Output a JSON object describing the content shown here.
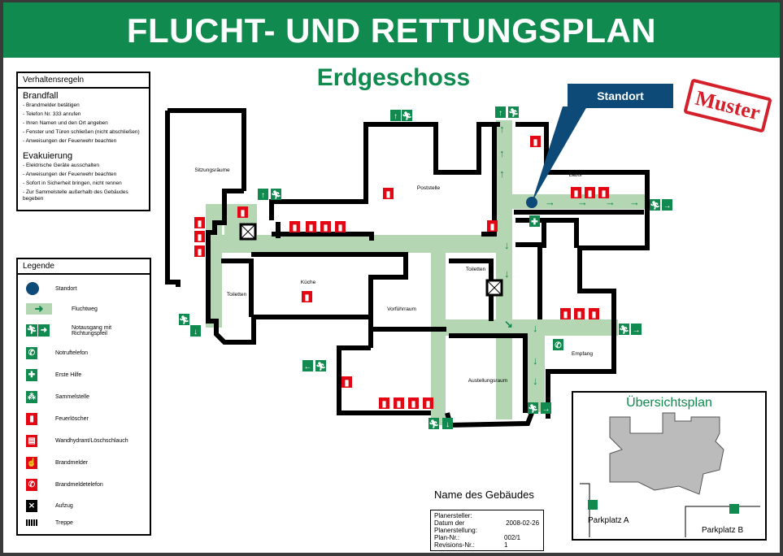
{
  "header": {
    "title": "FLUCHT- UND RETTUNGSPLAN",
    "floor": "Erdgeschoss"
  },
  "callout": {
    "label": "Standort"
  },
  "stamp": {
    "text": "Muster"
  },
  "rules": {
    "title": "Verhaltensregeln",
    "sections": [
      {
        "title": "Brandfall",
        "items": [
          "- Brandmelder betätigen",
          "- Telefon Nr. 333 anrufen",
          "- Ihren Namen und den Ort angeben",
          "- Fenster und Türen schließen (nicht abschließen)",
          "- Anweisungen der Feuerwehr beachten"
        ]
      },
      {
        "title": "Evakuierung",
        "items": [
          "- Elektrische Geräte ausschalten",
          "- Anweisungen der Feuerwehr beachten",
          "- Sofort in Sicherheit bringen, nicht rennen",
          "- Zur Sammelstelle außerhalb des Gebäudes begeben"
        ]
      }
    ]
  },
  "legend": {
    "title": "Legende",
    "items": [
      "Standort",
      "Fluchtweg",
      "Notausgang mit Richtungspfeil",
      "Notruftelefon",
      "Erste Hilfe",
      "Sammelstelle",
      "Feuerlöscher",
      "Wandhydrant/Löschschlauch",
      "Brandmelder",
      "Brandmeldetelefon",
      "Aufzug",
      "Treppe"
    ]
  },
  "rooms": {
    "sitzung": "Sitzungsräume",
    "post": "Poststelle",
    "labor": "Labor",
    "kueche": "Küche",
    "toil1": "Toiletten",
    "toil2": "Toiletten",
    "vorf": "Vorführraum",
    "ausst": "Austellungsraum",
    "empf": "Empfang"
  },
  "overview": {
    "title": "Übersichtsplan",
    "parkA": "Parkplatz A",
    "parkB": "Parkplatz B"
  },
  "building": {
    "name": "Name des Gebäudes",
    "info": [
      {
        "k": "Planersteller:",
        "v": ""
      },
      {
        "k": "Datum der Planerstellung:",
        "v": "2008-02-26"
      },
      {
        "k": "Plan-Nr.:",
        "v": "002/1"
      },
      {
        "k": "Revisions-Nr.:",
        "v": "1"
      }
    ]
  },
  "colors": {
    "green": "#108a4e",
    "red": "#e30613",
    "route": "#b5d6b2",
    "standort": "#0d4a78"
  }
}
